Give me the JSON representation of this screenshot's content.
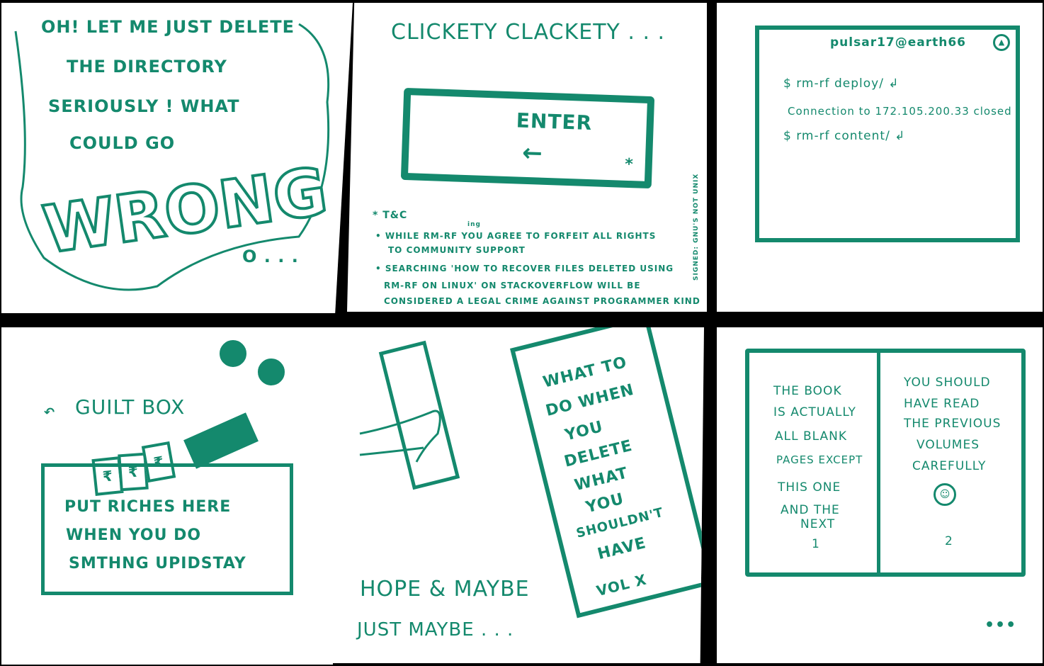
{
  "colors": {
    "ink": "#14896d",
    "gutter": "#000000",
    "panel": "#ffffff"
  },
  "panel1": {
    "lines": [
      "OH! LET ME JUST DELETE",
      "THE DIRECTORY",
      "SERIOUSLY ! WHAT",
      "COULD GO"
    ],
    "shout": "WRONG",
    "trail": "o . . ."
  },
  "panel2": {
    "title": "CLICKETY CLACKETY . . .",
    "key_label": "ENTER",
    "key_arrow": "←",
    "key_star": "*",
    "tc_title": "* T&C",
    "tc_superscript": "ing",
    "tc_items": [
      "• WHILE RM-RF YOU AGREE TO FORFEIT ALL RIGHTS",
      "TO COMMUNITY SUPPORT",
      "• SEARCHING 'HOW TO RECOVER FILES DELETED USING",
      "RM-RF ON LINUX' ON STACKOVERFLOW WILL BE",
      "CONSIDERED A LEGAL CRIME AGAINST PROGRAMMER KIND"
    ],
    "signed": "SIGNED: GNU'S NOT UNIX"
  },
  "panel3": {
    "title": "pulsar17@earth66",
    "lines": [
      "$ rm-rf deploy/ ↲",
      "Connection to 172.105.200.33 closed",
      "$ rm-rf content/ ↲"
    ]
  },
  "panel4": {
    "label": "GUILT BOX",
    "currency": "₹",
    "box_text": [
      "PUT RICHES HERE",
      "WHEN YOU DO",
      "SMTHNG UPIDSTAY"
    ]
  },
  "panel5": {
    "book_lines": [
      "WHAT TO",
      "DO WHEN",
      "YOU",
      "DELETE",
      "WHAT",
      "YOU",
      "SHOULDN'T",
      "HAVE"
    ],
    "volume": "VOL X",
    "caption": [
      "HOPE & MAYBE",
      "JUST MAYBE . . ."
    ]
  },
  "panel6": {
    "left_page": [
      "THE BOOK",
      "IS ACTUALLY",
      "ALL BLANK",
      "PAGES EXCEPT",
      "THIS ONE",
      "AND THE",
      "NEXT"
    ],
    "right_page": [
      "YOU SHOULD",
      "HAVE READ",
      "THE PREVIOUS",
      "VOLUMES",
      "CAREFULLY"
    ],
    "left_page_number": "1",
    "right_page_number": "2",
    "ellipsis": "•••"
  }
}
